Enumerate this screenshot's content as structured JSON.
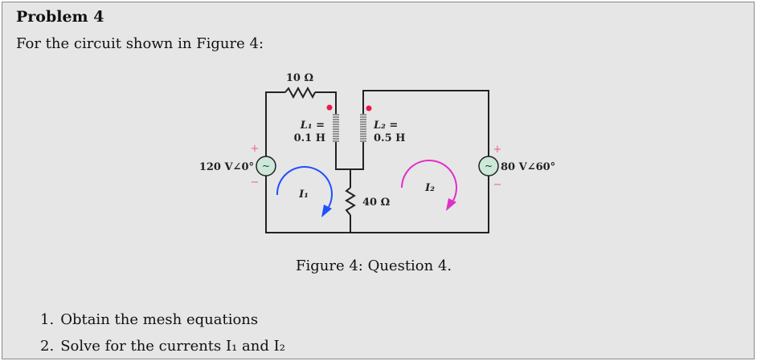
{
  "problem": {
    "title": "Problem 4",
    "intro": "For the circuit shown in Figure 4:"
  },
  "circuit": {
    "r1": "10 Ω",
    "l1_name": "L₁ =",
    "l1_value": "0.1 H",
    "l2_name": "L₂ =",
    "l2_value": "0.5 H",
    "r2": "40 Ω",
    "source_left": "120 V∠0°",
    "source_right": "80 V∠60°",
    "plus": "+",
    "minus": "−",
    "mesh1": "I₁",
    "mesh2": "I₂",
    "colors": {
      "wire": "#222222",
      "source_fill": "#cce8d8",
      "dot": "#e8194f",
      "mesh1": "#1f4fff",
      "mesh2": "#e030c8",
      "polarity": "#e86080"
    }
  },
  "caption": "Figure 4: Question 4.",
  "tasks": [
    {
      "num": "1.",
      "text": "Obtain the mesh equations"
    },
    {
      "num": "2.",
      "text": "Solve for the currents I₁ and I₂"
    }
  ]
}
